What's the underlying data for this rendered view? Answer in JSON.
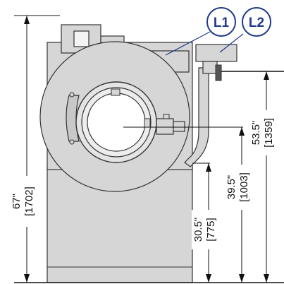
{
  "callouts": {
    "l1": "L1",
    "l2": "L2"
  },
  "dimensions": {
    "overall_height": {
      "in": "67\"",
      "mm": "[1702]"
    },
    "l2_height": {
      "in": "53.5\"",
      "mm": "[1359]"
    },
    "center_height": {
      "in": "39.5\"",
      "mm": "[1003]"
    },
    "base_height": {
      "in": "30.5\"",
      "mm": "[775]"
    }
  },
  "colors": {
    "body_fill": "#d6d6d6",
    "body_stroke": "#333333",
    "door_fill": "#e4e4e4",
    "callout": "#1f3a8a",
    "dimension_line": "#111111"
  }
}
